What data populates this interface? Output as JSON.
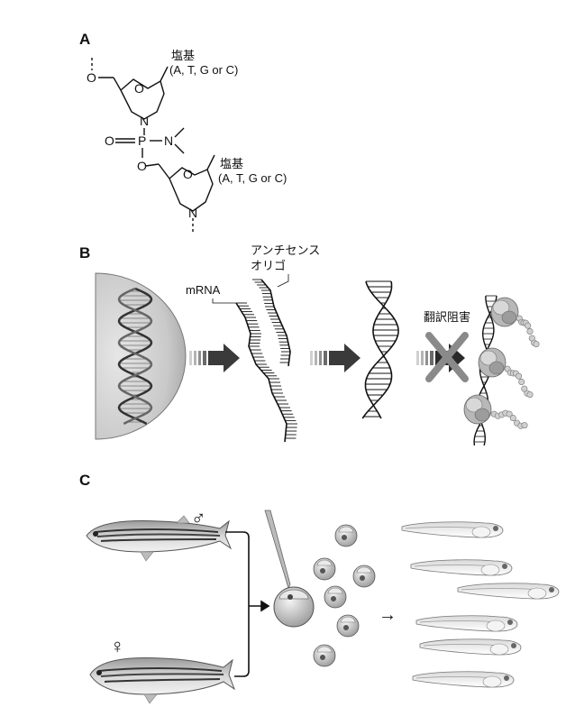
{
  "panels": {
    "a": {
      "label": "A",
      "base1_label": "塩基",
      "base1_options": "(A, T, G or C)",
      "base2_label": "塩基",
      "base2_options": "(A, T, G or C)",
      "atom_o_top": "O",
      "atom_o_ring1": "O",
      "atom_n_ring1": "N",
      "atom_o_double": "O",
      "atom_p": "P",
      "atom_n_dimethyl": "N",
      "atom_o_link": "O",
      "atom_o_ring2": "O",
      "atom_n_ring2": "N"
    },
    "b": {
      "label": "B",
      "antisense_label_line1": "アンチセンス",
      "antisense_label_line2": "オリゴ",
      "mrna_label": "mRNA",
      "inhibition_label": "翻訳阻害"
    },
    "c": {
      "label": "C",
      "male_symbol": "♂",
      "female_symbol": "♀",
      "arrow_symbol": "→"
    }
  },
  "colors": {
    "arrow_dark": "#3a3a3a",
    "cross_gray": "#8a8a8a",
    "cell_gray": "#c8c8c8",
    "nucleus_gray": "#b0b0b0"
  }
}
